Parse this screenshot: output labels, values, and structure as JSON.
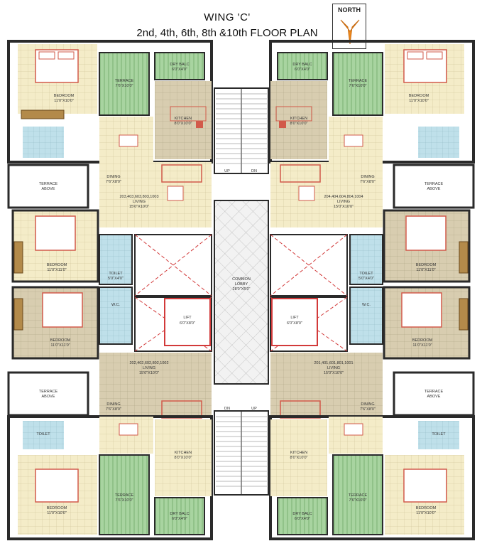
{
  "header": {
    "title": "WING 'C'",
    "subtitle": "2nd, 4th, 6th, 8th &10th  FLOOR PLAN"
  },
  "compass": {
    "label": "NORTH",
    "icon": "north-arrow-icon",
    "color": "#f08a1c"
  },
  "colors": {
    "wall": "#2a2a2a",
    "bedroom_floor": "#f4ecc8",
    "living_floor": "#f7f0cc",
    "dining_floor": "#d8cdb0",
    "terrace_green": "#a8d4a0",
    "bath_blue": "#bfe0ea",
    "furniture": "#d25a4a",
    "lift_cross": "#d23a3a",
    "lobby": "#e8e8e8"
  },
  "labels": {
    "bedroom": "BEDROOM",
    "bedroom_size_a": "11'0\"X10'0\"",
    "bedroom_size_b": "11'0\"X11'0\"",
    "terrace": "TERRACE",
    "terrace_size": "7'6\"X10'0\"",
    "dry_balc": "DRY BALC",
    "dry_balc_size": "6'0\"X4'0\"",
    "kitchen": "KITCHEN",
    "kitchen_size": "8'0\"X10'0\"",
    "dining": "DINING",
    "dining_size": "7'6\"X8'0\"",
    "living": "LIVING",
    "living_size": "15'0\"X10'0\"",
    "terrace_above_1": "TERRACE",
    "terrace_above_2": "ABOVE",
    "toilet": "TOILET",
    "toilet_size": "5'0\"X4'0\"",
    "wc": "W.C.",
    "lift": "LIFT",
    "lift_size": "6'0\"X8'0\"",
    "lobby": "COMMON",
    "lobby_2": "LOBBY",
    "lobby_size": "28'0\"X5'0\"",
    "up": "UP",
    "dn": "DN"
  },
  "flats": [
    {
      "numbers": "201,401,601,801,1001"
    },
    {
      "numbers": "202,402,602,802,1002"
    },
    {
      "numbers": "203,403,603,803,1003"
    },
    {
      "numbers": "204,404,604,804,1004"
    }
  ]
}
